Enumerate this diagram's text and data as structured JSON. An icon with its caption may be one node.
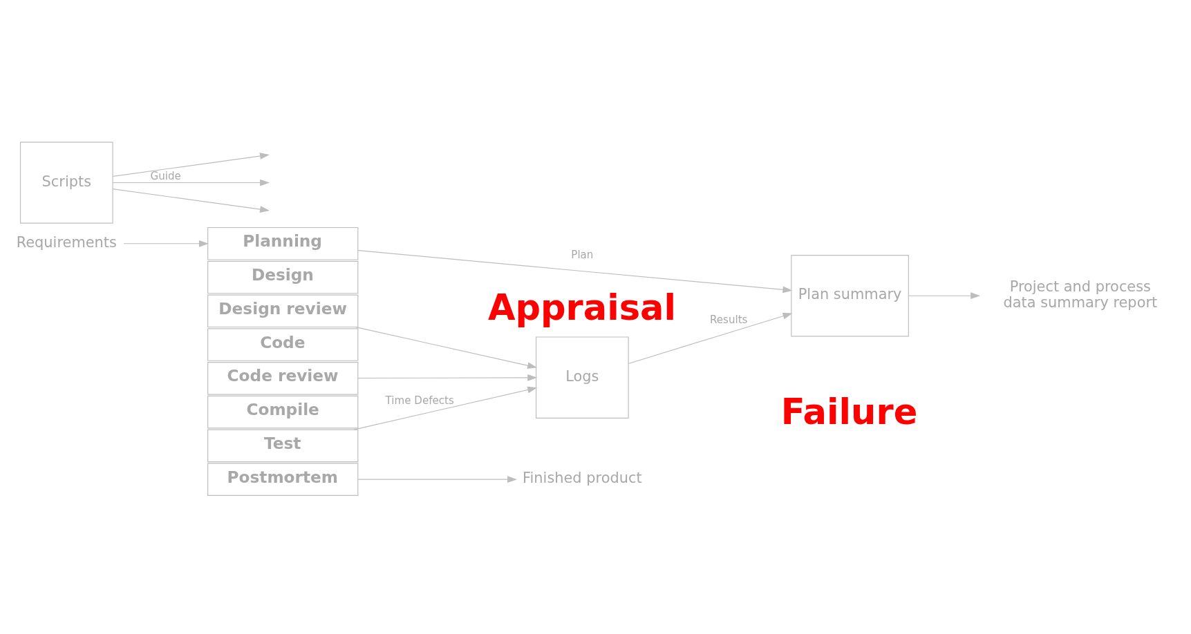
{
  "diagram": {
    "nodes": [
      {
        "text": [
          "Requirements"
        ]
      },
      {
        "text": [
          "Scripts"
        ]
      },
      {
        "text": [
          "Planning"
        ]
      },
      {
        "text": [
          "Design"
        ]
      },
      {
        "text": [
          "Design review"
        ]
      },
      {
        "text": [
          "Code"
        ]
      },
      {
        "text": [
          "Code review"
        ]
      },
      {
        "text": [
          "Compile"
        ]
      },
      {
        "text": [
          "Test"
        ]
      },
      {
        "text": [
          "Postmortem"
        ]
      },
      {
        "text": [
          "Logs"
        ]
      },
      {
        "text": [
          "Plan summary"
        ]
      },
      {
        "text": [
          "Finished product"
        ]
      },
      {
        "text": [
          "Project and process data summary report"
        ]
      }
    ],
    "edges": [
      {
        "from": 0,
        "to": 2,
        "arrow": "to"
      },
      {
        "from": 1,
        "to": null,
        "arrow": "to"
      },
      {
        "from": 1,
        "to": null,
        "arrow": "to",
        "label": "Guide"
      },
      {
        "from": 1,
        "to": null,
        "arrow": "to"
      },
      {
        "from": 2,
        "to": 11,
        "arrow": "to",
        "label": "Plan"
      },
      {
        "from": 4,
        "to": 10,
        "arrow": "to"
      },
      {
        "from": 6,
        "to": 10,
        "arrow": "to"
      },
      {
        "from": 8,
        "to": 10,
        "arrow": "to",
        "label": "Time Defects"
      },
      {
        "from": 10,
        "to": 11,
        "arrow": "to",
        "label": "Results"
      },
      {
        "from": 9,
        "to": 12,
        "arrow": "to"
      },
      {
        "from": 11,
        "to": 13,
        "arrow": "to"
      }
    ],
    "labels": [
      "Appraisal",
      "Failure"
    ]
  }
}
